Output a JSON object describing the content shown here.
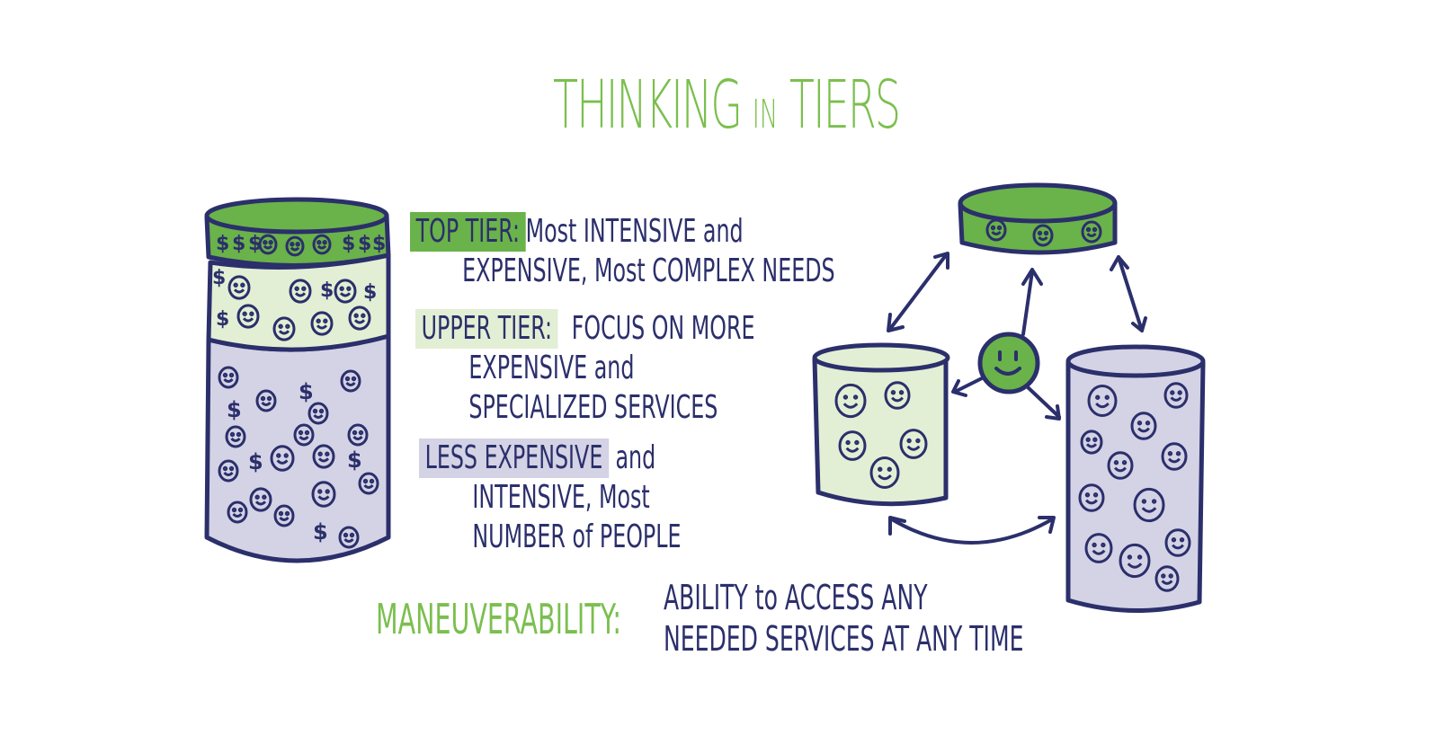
{
  "title": {
    "main": "THINKING",
    "connector": "IN",
    "end": "TIERS"
  },
  "tiers": [
    {
      "tag": "TOP TIER:",
      "line1": "Most INTENSIVE and",
      "line2": "EXPENSIVE, Most COMPLEX NEEDS",
      "line3": ""
    },
    {
      "tag": "UPPER TIER:",
      "line1": "FOCUS ON MORE",
      "line2": "EXPENSIVE and",
      "line3": "SPECIALIZED SERVICES"
    },
    {
      "tag": "LESS EXPENSIVE",
      "line1": "and",
      "line2": "INTENSIVE, Most",
      "line3": "NUMBER of PEOPLE"
    }
  ],
  "maneuverability": {
    "label": "MANEUVERABILITY:",
    "line1": "ABILITY to ACCESS ANY",
    "line2": "NEEDED SERVICES AT ANY TIME"
  },
  "glyphs": {
    "dollar": "$"
  },
  "colors": {
    "green": "#6ab24a",
    "light_green": "#e2efd4",
    "lavender": "#d4d3e5",
    "navy": "#2b2f6b",
    "title_green": "#7bbf4e"
  }
}
